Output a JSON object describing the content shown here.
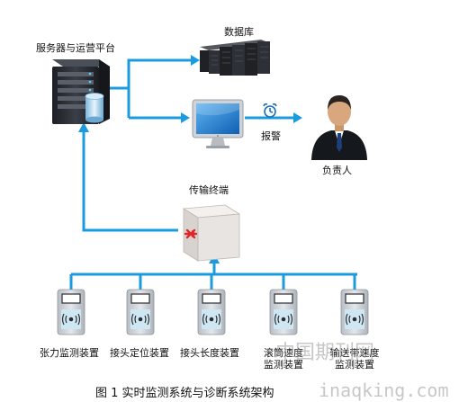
{
  "diagram": {
    "server_label": "服务器与运营平台",
    "database_label": "数据库",
    "alarm_label": "报警",
    "person_label": "负责人",
    "transmission_label": "传输终端",
    "devices": [
      {
        "line1": "张力监测装置",
        "line2": ""
      },
      {
        "line1": "接头定位装置",
        "line2": ""
      },
      {
        "line1": "接头长度装置",
        "line2": ""
      },
      {
        "line1": "滚筒速度",
        "line2": "监测装置"
      },
      {
        "line1": "输送带速度",
        "line2": "监测装置"
      }
    ]
  },
  "caption": "图 1   实时监测系统与诊断系统架构",
  "watermark": {
    "cn": "中国期刊网",
    "url": "inaqking.com"
  },
  "colors": {
    "connector": "#1a9be0",
    "server_body": "#2c2f36",
    "monitor_frame": "#c9ccd0",
    "screen": "#1f7fd6",
    "device_body": "#cfd3d8",
    "device_panel": "#cfe6f3",
    "router_body": "#e8e4e1",
    "router_arrow": "#e0262b",
    "person_suit": "#15181c",
    "person_skin": "#d8a77e"
  }
}
